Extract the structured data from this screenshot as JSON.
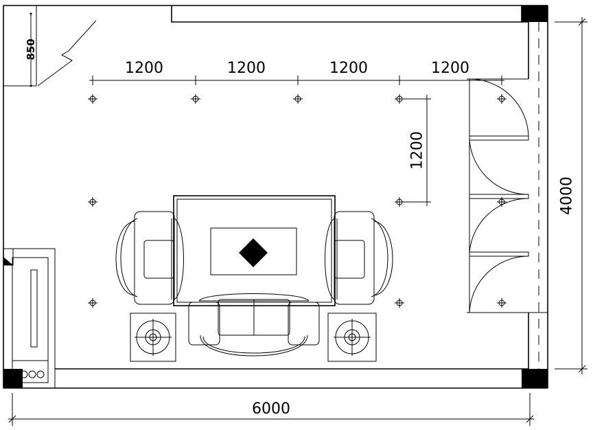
{
  "plan": {
    "dimensions": {
      "total_width": "6000",
      "total_depth": "4000",
      "stair_width": "850",
      "spot_spacing_vertical": "1200",
      "spot_spacing_horizontal": [
        "1200",
        "1200",
        "1200",
        "1200"
      ]
    }
  },
  "icons": {
    "corner_column": "filled-square",
    "ceiling_light": "crosshair-circle",
    "coffee_table_ornament": "diamond",
    "speaker": "concentric-circles",
    "door": "swing-arc"
  },
  "colors": {
    "line": "#000000",
    "background": "#ffffff"
  }
}
